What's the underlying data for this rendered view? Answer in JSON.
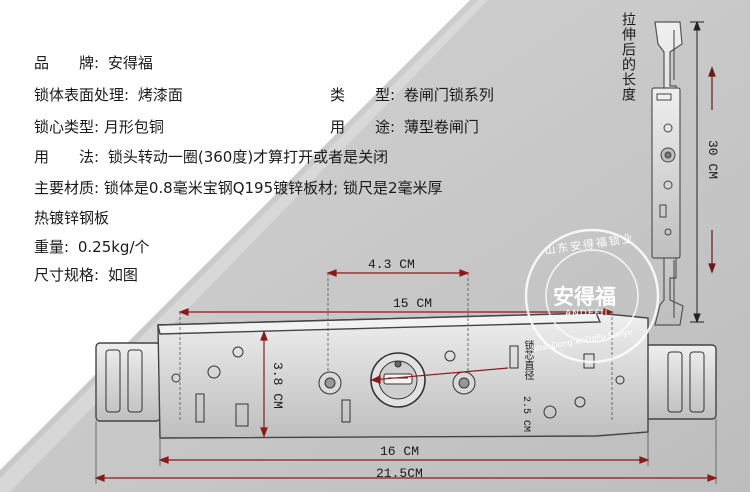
{
  "specs": {
    "brand_label": "品　　牌:",
    "brand_value": "安得福",
    "surface_label": "锁体表面处理:",
    "surface_value": "烤漆面",
    "type_label": "类　　型:",
    "type_value": "卷闸门锁系列",
    "core_label": "锁心类型:",
    "core_value": "月形包铜",
    "use_label": "用　　途:",
    "use_value": "薄型卷闸门",
    "method_label": "用　　法:",
    "method_value": "锁头转动一圈(360度)才算打开或者是关闭",
    "material_label": "主要材质:",
    "material_value": "锁体是0.8毫米宝钢Q195镀锌板材; 锁尺是2毫米厚",
    "material_value_2": "热镀锌钢板",
    "weight_label": "重量:",
    "weight_value": "0.25kg/个",
    "size_label": "尺寸规格:",
    "size_value": "如图"
  },
  "dimensions": {
    "width_43": "4.3 CM",
    "width_15": "15 CM",
    "height_38": "3.8 CM",
    "width_16": "16 CM",
    "width_215": "21.5CM",
    "height_30": "30 CM",
    "stretched_length": "拉伸后的长度",
    "core_diameter_label": "锁芯直径",
    "core_diameter_value": "2.5 CM"
  },
  "watermark": {
    "brand": "安得福",
    "top_arc": "山东安得福锁业",
    "mid": "ANDEFU",
    "bottom_arc": "ShanDong AnDeFu Suoye"
  },
  "colors": {
    "bg_gray": "#c8c8c8",
    "arrow_red": "#8b1a1a",
    "metal": "#dcdcdc"
  }
}
